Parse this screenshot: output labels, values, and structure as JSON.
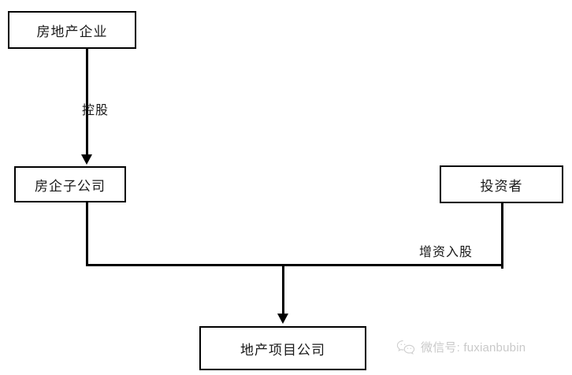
{
  "diagram": {
    "type": "flowchart",
    "title": "",
    "background_color": "#ffffff",
    "line_color": "#000000",
    "text_color": "#1a1a1a",
    "nodes": [
      {
        "id": "developer",
        "label": "房地产企业",
        "shape": "rectangle"
      },
      {
        "id": "subsidiary",
        "label": "房企子公司",
        "shape": "rectangle"
      },
      {
        "id": "investor",
        "label": "投资者",
        "shape": "rectangle"
      },
      {
        "id": "project",
        "label": "地产项目公司",
        "shape": "rectangle"
      }
    ],
    "edges": [
      {
        "from": "developer",
        "to": "subsidiary",
        "label": "控股",
        "arrow": true
      },
      {
        "from": "subsidiary",
        "to": "project",
        "label": "",
        "arrow": true
      },
      {
        "from": "investor",
        "to": "project",
        "label": "增资入股",
        "arrow": true
      }
    ]
  },
  "watermark": {
    "icon": "wechat-icon",
    "text": "微信号: fuxianbubin",
    "color": "#c9c9c9"
  }
}
